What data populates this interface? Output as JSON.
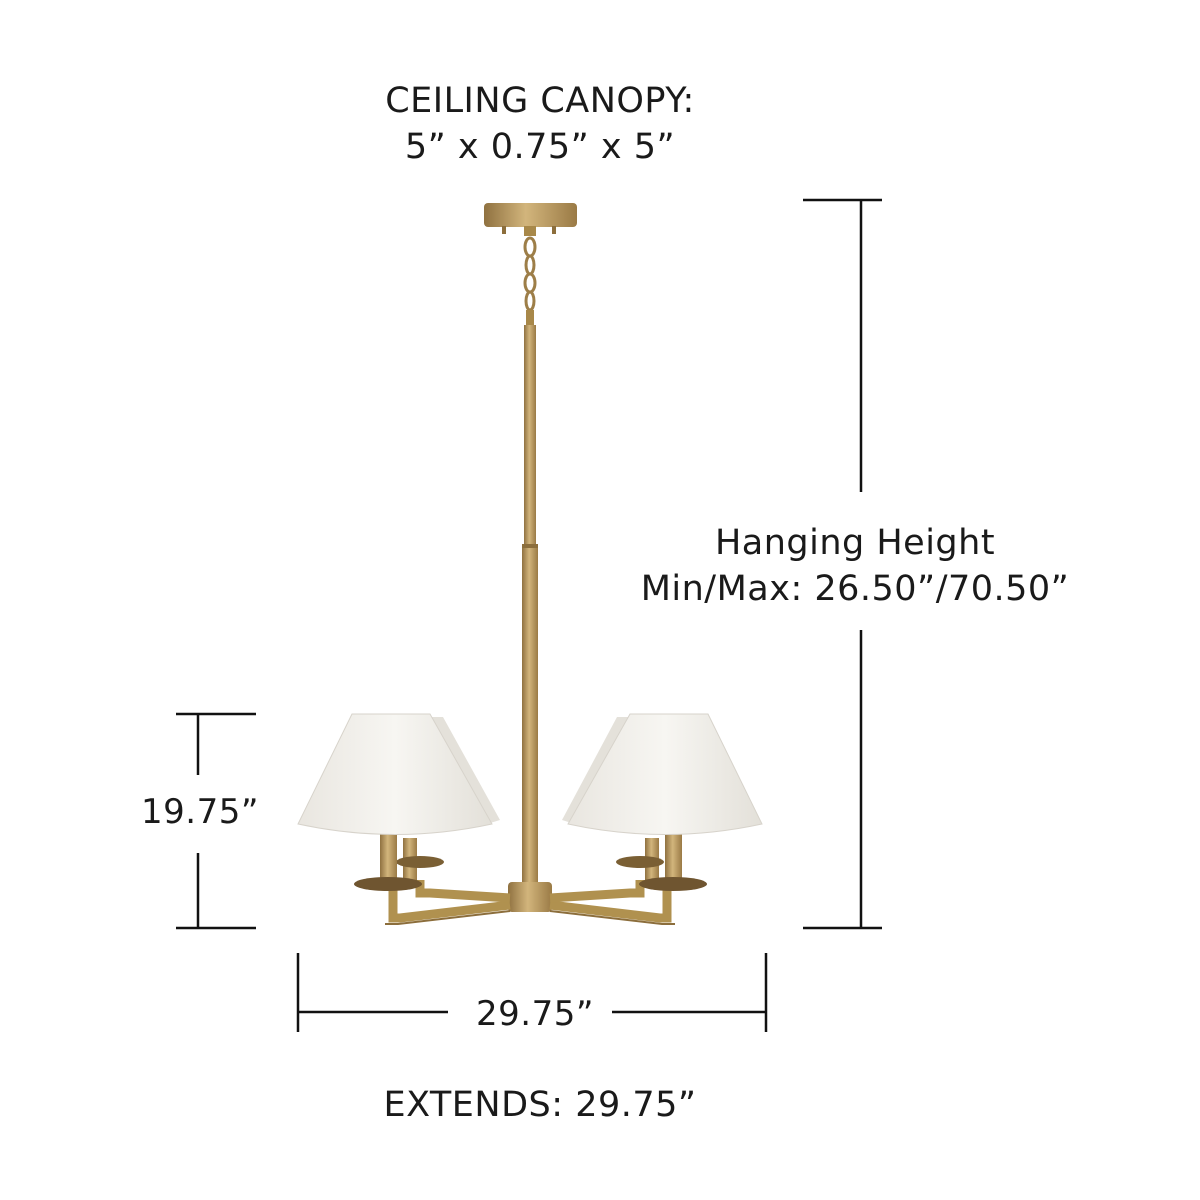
{
  "dimensions": {
    "ceiling_canopy": {
      "line1": "CEILING CANOPY:",
      "line2": "5” x 0.75” x 5”"
    },
    "hanging_height": {
      "line1": "Hanging Height",
      "line2": "Min/Max: 26.50”/70.50”"
    },
    "fixture_height": "19.75”",
    "fixture_width": "29.75”",
    "extends": "EXTENDS: 29.75”"
  },
  "colors": {
    "dimension_line": "#111111",
    "brass": "#b9975b",
    "brass_dark": "#8c6e3c",
    "shade": "#f4f2ee",
    "shade_shadow": "#dedbd4"
  }
}
